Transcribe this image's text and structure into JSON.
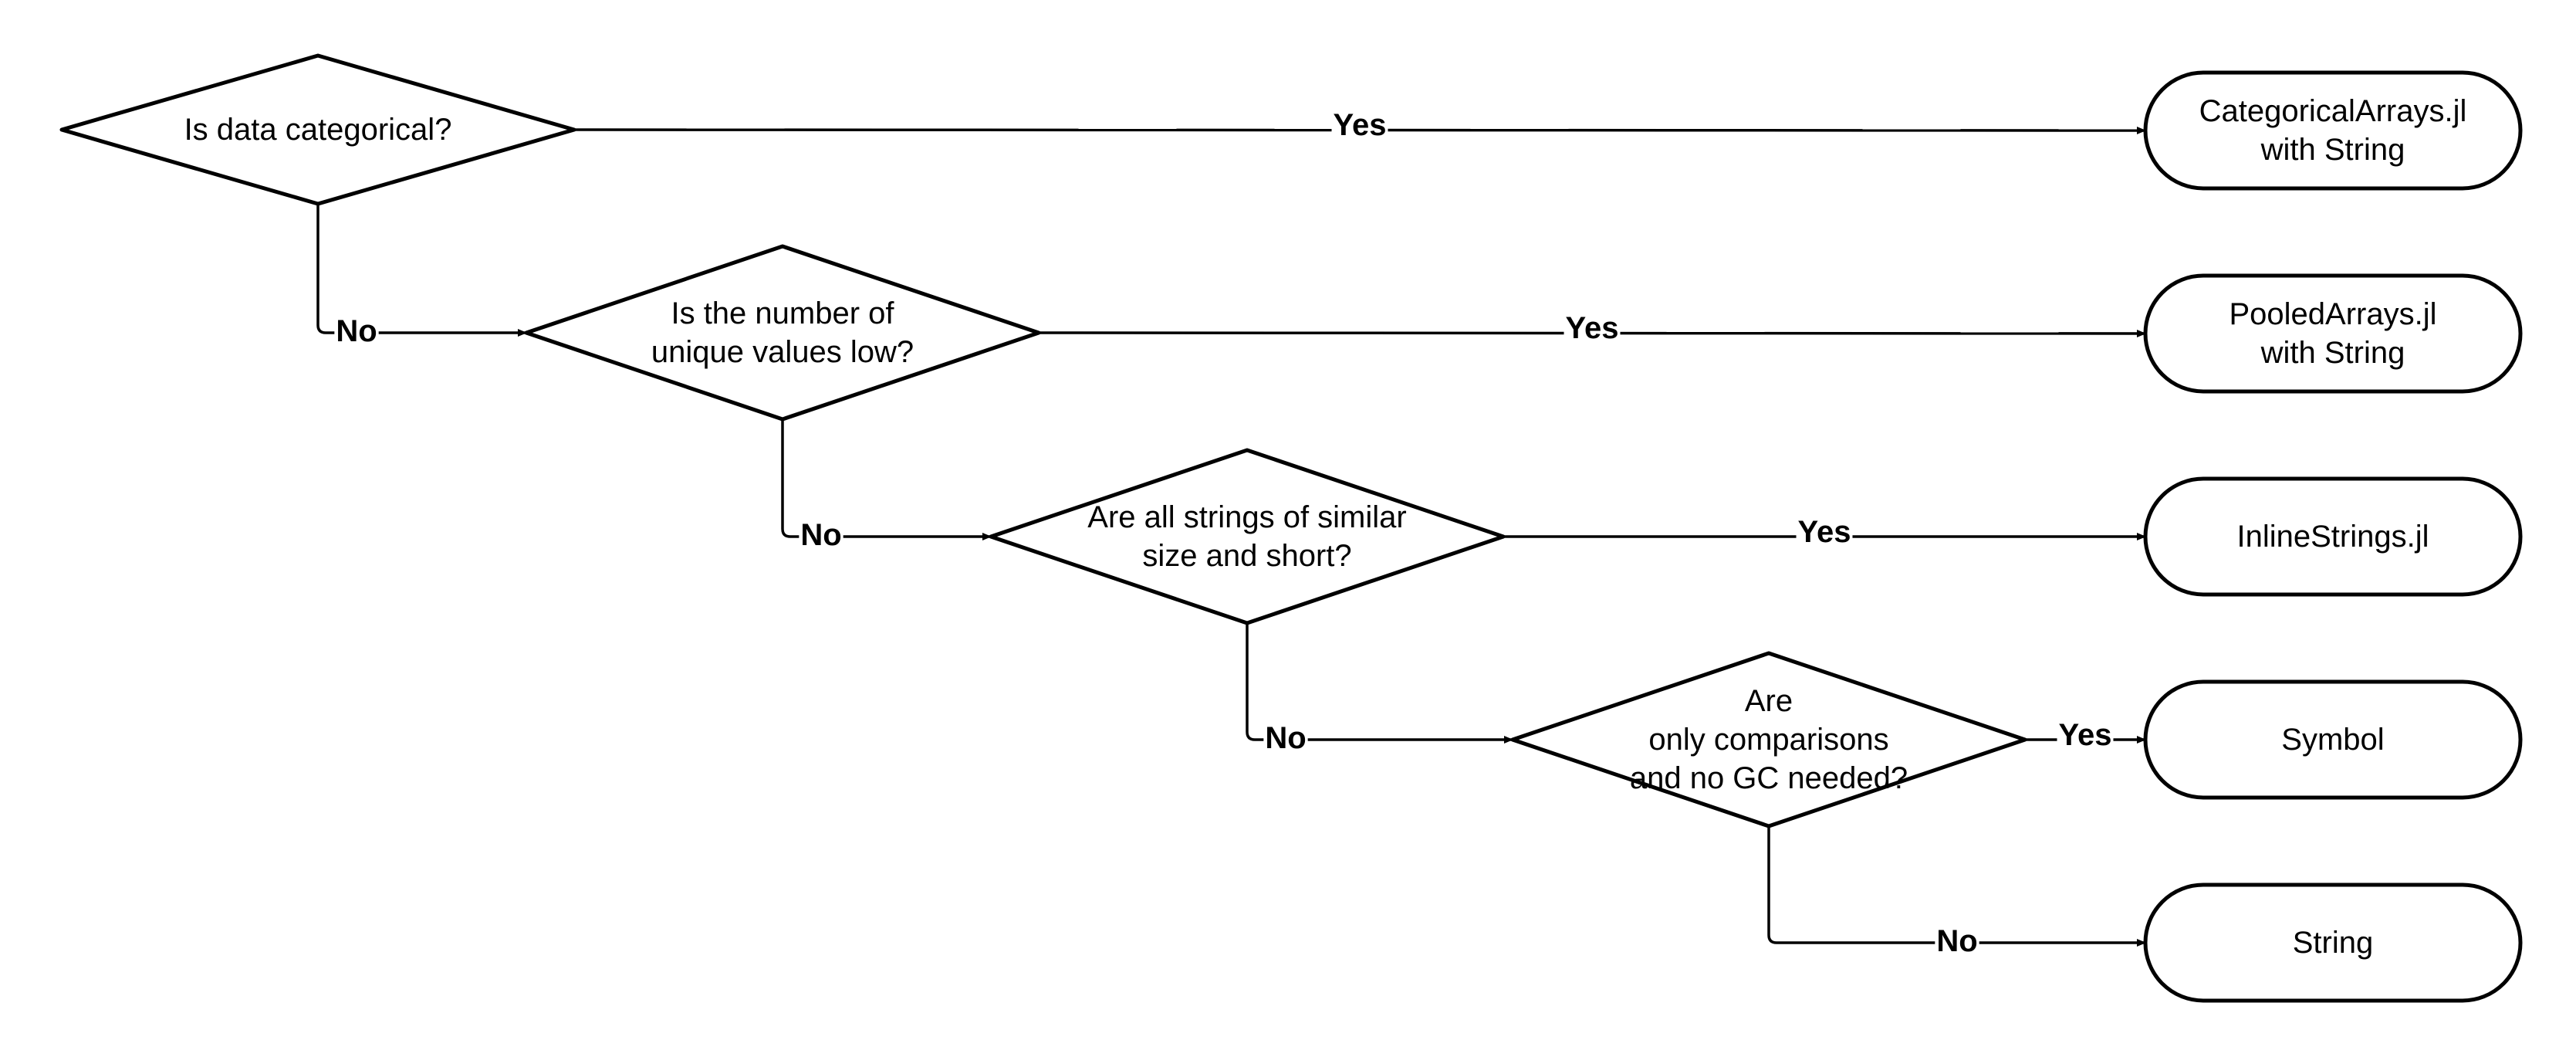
{
  "diagram": {
    "decisions": [
      {
        "id": "q1",
        "lines": [
          "Is data categorical?"
        ]
      },
      {
        "id": "q2",
        "lines": [
          "Is the number of",
          "unique values low?"
        ]
      },
      {
        "id": "q3",
        "lines": [
          "Are all strings of similar",
          "size and short?"
        ]
      },
      {
        "id": "q4",
        "lines": [
          "Are",
          "only comparisons",
          "and no GC needed?"
        ]
      }
    ],
    "outcomes": [
      {
        "id": "o1",
        "lines": [
          "CategoricalArrays.jl",
          "with String"
        ]
      },
      {
        "id": "o2",
        "lines": [
          "PooledArrays.jl",
          "with String"
        ]
      },
      {
        "id": "o3",
        "lines": [
          "InlineStrings.jl"
        ]
      },
      {
        "id": "o4",
        "lines": [
          "Symbol"
        ]
      },
      {
        "id": "o5",
        "lines": [
          "String"
        ]
      }
    ],
    "edges": [
      {
        "from": "q1",
        "to": "o1",
        "label": "Yes"
      },
      {
        "from": "q1",
        "to": "q2",
        "label": "No"
      },
      {
        "from": "q2",
        "to": "o2",
        "label": "Yes"
      },
      {
        "from": "q2",
        "to": "q3",
        "label": "No"
      },
      {
        "from": "q3",
        "to": "o3",
        "label": "Yes"
      },
      {
        "from": "q3",
        "to": "q4",
        "label": "No"
      },
      {
        "from": "q4",
        "to": "o4",
        "label": "Yes"
      },
      {
        "from": "q4",
        "to": "o5",
        "label": "No"
      }
    ]
  }
}
